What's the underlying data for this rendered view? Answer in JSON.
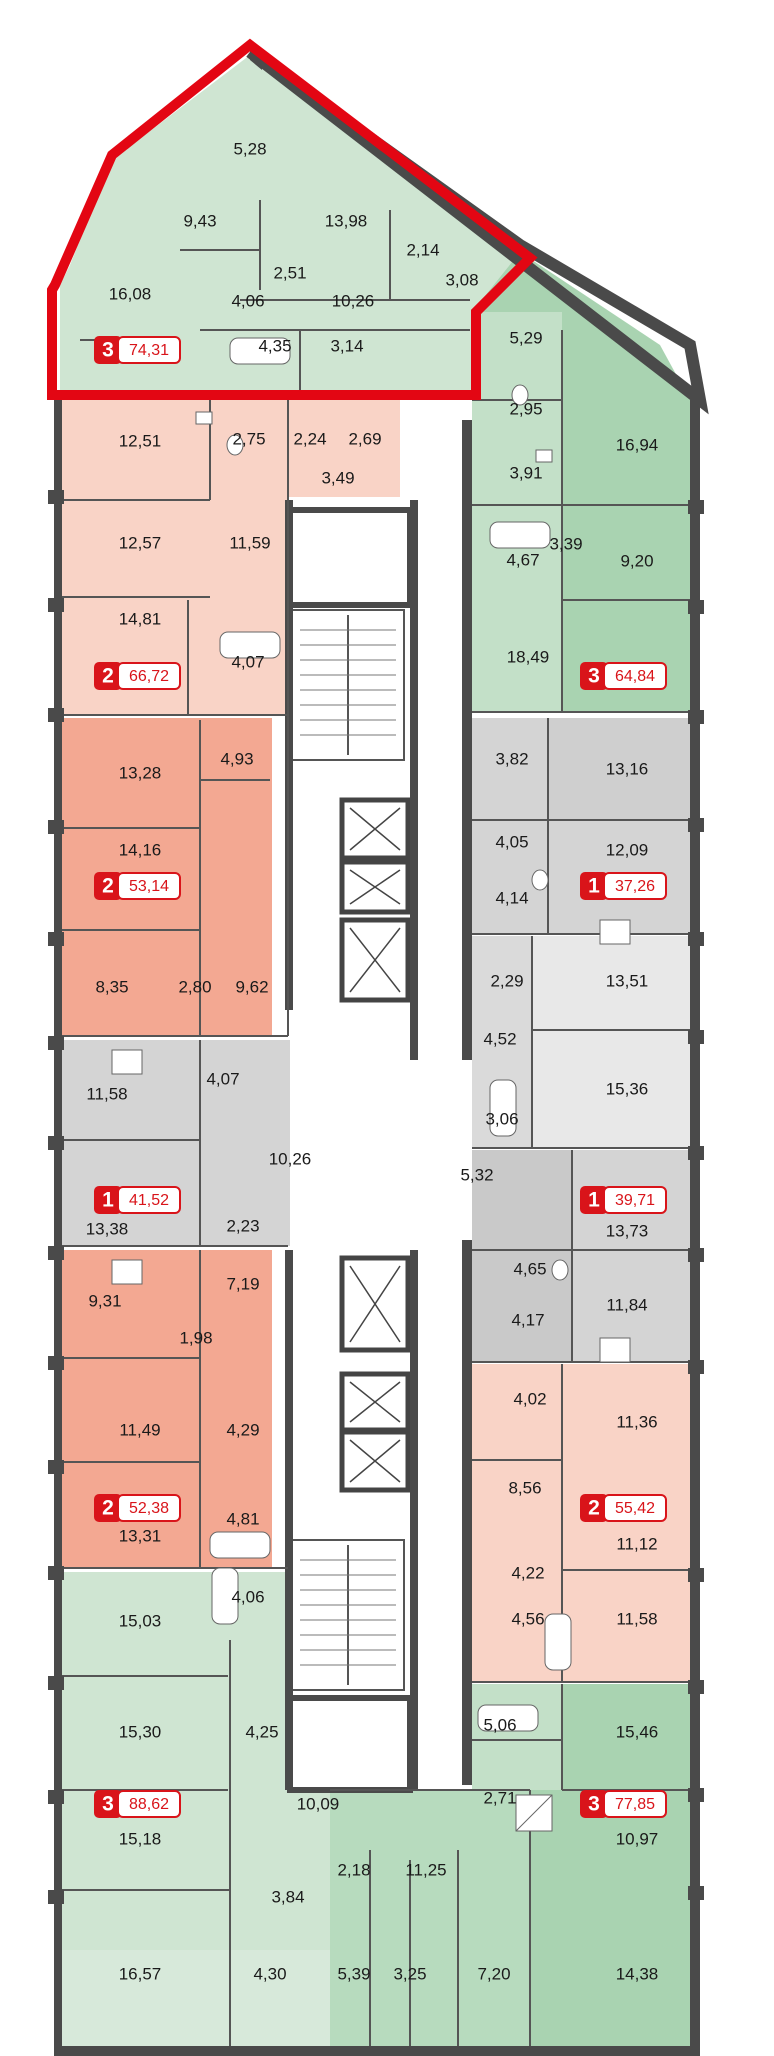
{
  "colors": {
    "green": "#cfe5d2",
    "green_dark": "#a9d3b1",
    "pink": "#f9d3c6",
    "salmon": "#f3a892",
    "gray": "#d4d4d4",
    "gray_light": "#e8e8e8",
    "corridor": "#ffffff",
    "wall": "#4a4a4a",
    "highlight": "#e30613",
    "badge": "#d9141a"
  },
  "apartments": [
    {
      "id": "apt-top",
      "rooms": "3",
      "area": "74,31",
      "color": "green"
    },
    {
      "id": "apt-l1",
      "rooms": "2",
      "area": "66,72",
      "color": "pink"
    },
    {
      "id": "apt-r1",
      "rooms": "3",
      "area": "64,84",
      "color": "green_dark"
    },
    {
      "id": "apt-l2",
      "rooms": "2",
      "area": "53,14",
      "color": "salmon"
    },
    {
      "id": "apt-r2",
      "rooms": "1",
      "area": "37,26",
      "color": "gray"
    },
    {
      "id": "apt-r3",
      "rooms": "",
      "area": "",
      "color": "gray_light"
    },
    {
      "id": "apt-l3",
      "rooms": "1",
      "area": "41,52",
      "color": "gray"
    },
    {
      "id": "apt-r4",
      "rooms": "1",
      "area": "39,71",
      "color": "gray"
    },
    {
      "id": "apt-l4",
      "rooms": "2",
      "area": "52,38",
      "color": "salmon"
    },
    {
      "id": "apt-r5",
      "rooms": "2",
      "area": "55,42",
      "color": "pink"
    },
    {
      "id": "apt-l5",
      "rooms": "3",
      "area": "88,62",
      "color": "green"
    },
    {
      "id": "apt-r6",
      "rooms": "3",
      "area": "77,85",
      "color": "green_dark"
    }
  ],
  "room_areas": {
    "top": [
      "5,28",
      "9,43",
      "13,98",
      "2,14",
      "16,08",
      "2,51",
      "3,08",
      "4,06",
      "10,26",
      "4,35",
      "3,14"
    ],
    "l1": [
      "12,51",
      "2,75",
      "2,24",
      "2,69",
      "3,49",
      "12,57",
      "11,59",
      "14,81",
      "4,07"
    ],
    "r1": [
      "5,29",
      "2,95",
      "16,94",
      "3,91",
      "4,67",
      "3,39",
      "9,20",
      "18,49"
    ],
    "l2": [
      "13,28",
      "4,93",
      "14,16",
      "8,35",
      "2,80",
      "9,62"
    ],
    "r2": [
      "3,82",
      "13,16",
      "4,05",
      "12,09",
      "4,14"
    ],
    "r3": [
      "2,29",
      "13,51",
      "4,52",
      "15,36",
      "3,06"
    ],
    "l3": [
      "11,58",
      "4,07",
      "10,26",
      "13,38",
      "2,23"
    ],
    "r4": [
      "5,32",
      "13,73",
      "4,65",
      "11,84",
      "4,17"
    ],
    "l4": [
      "9,31",
      "7,19",
      "1,98",
      "11,49",
      "4,29",
      "13,31",
      "4,81"
    ],
    "r5": [
      "4,02",
      "11,36",
      "8,56",
      "11,12",
      "4,22",
      "4,56",
      "11,58"
    ],
    "l5": [
      "4,06",
      "15,03",
      "15,30",
      "4,25",
      "10,09",
      "15,18",
      "3,84",
      "16,57",
      "4,30"
    ],
    "r6": [
      "5,06",
      "15,46",
      "2,71",
      "10,97",
      "2,18",
      "11,25",
      "5,39",
      "3,25",
      "7,20",
      "14,38"
    ]
  },
  "icons": [
    "stair-icon",
    "elevator-icon",
    "bathtub-icon",
    "toilet-icon",
    "sink-icon",
    "shower-icon",
    "stove-icon"
  ]
}
